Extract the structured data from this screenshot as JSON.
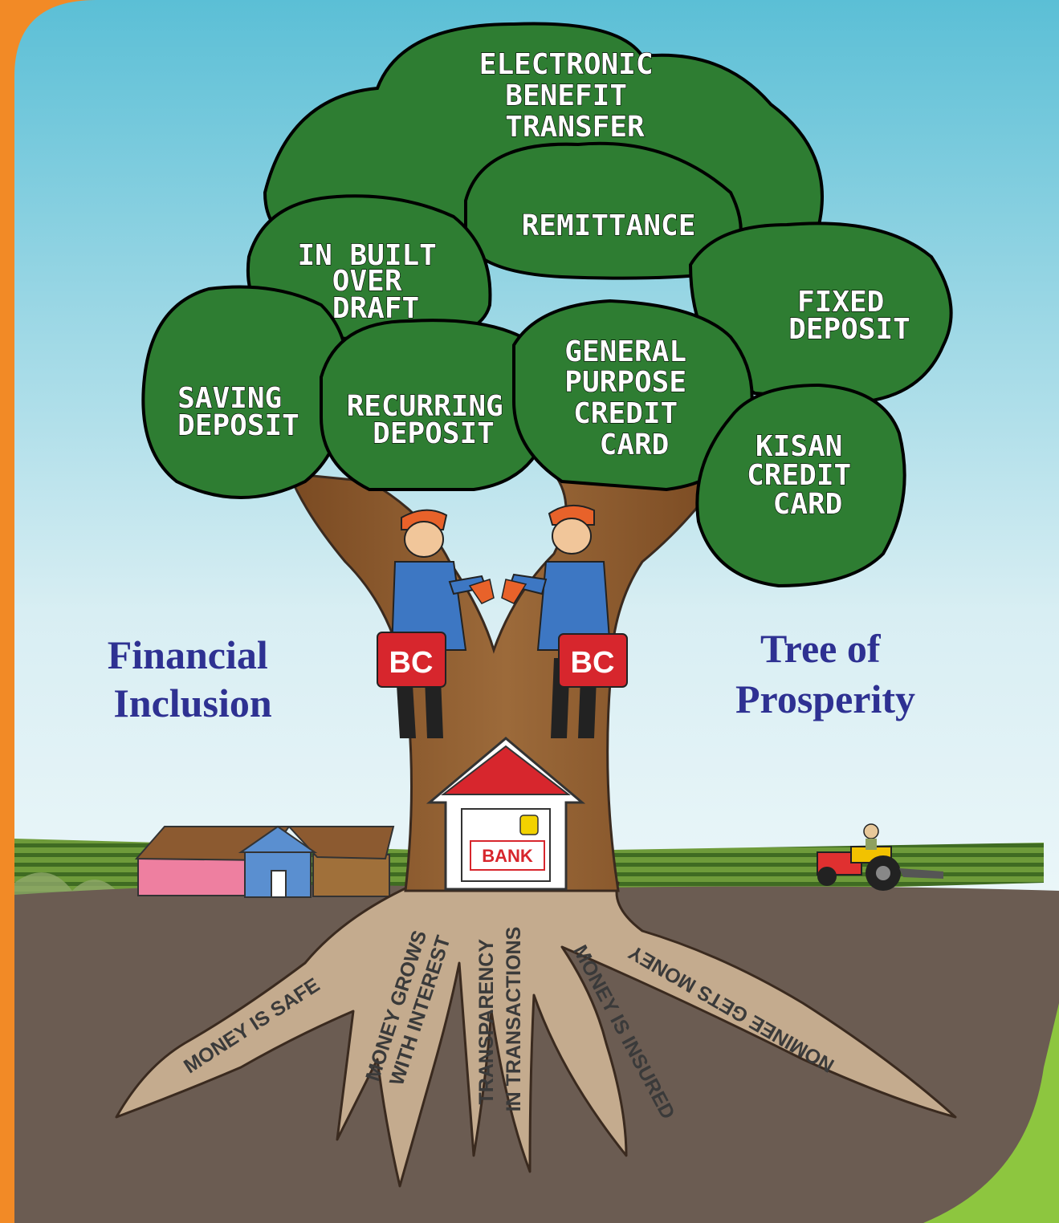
{
  "colors": {
    "border": "#F28A26",
    "corner_green": "#8DC63F",
    "canopy": "#2E7D32",
    "trunk": "#8B5A2B",
    "soil": "#6B5C52",
    "title": "#2E3192",
    "bc_bag": "#D7262D",
    "bank_roof": "#D7262D"
  },
  "icons": {
    "agents": "bank-correspondent-person-icon",
    "bank": "bank-house-icon",
    "hut": "village-hut-icon",
    "tractor": "tractor-icon"
  },
  "diagram": {
    "left_caption": [
      "Financial",
      "Inclusion"
    ],
    "right_caption": [
      "Tree of",
      "Prosperity"
    ],
    "canopy_labels": [
      [
        "ELECTRONIC",
        "BENEFIT",
        "TRANSFER"
      ],
      [
        "REMITTANCE"
      ],
      [
        "IN BUILT",
        "OVER",
        "DRAFT"
      ],
      [
        "FIXED",
        "DEPOSIT"
      ],
      [
        "SAVING",
        "DEPOSIT"
      ],
      [
        "RECURRING",
        "DEPOSIT"
      ],
      [
        "GENERAL",
        "PURPOSE",
        "CREDIT",
        "CARD"
      ],
      [
        "KISAN",
        "CREDIT",
        "CARD"
      ]
    ],
    "agent_bag_label": "BC",
    "bank_label": "BANK",
    "root_labels": [
      [
        "MONEY IS SAFE"
      ],
      [
        "MONEY GROWS",
        "WITH INTEREST"
      ],
      [
        "TRANSPARENCY",
        "IN TRANSACTIONS"
      ],
      [
        "MONEY IS INSURED"
      ],
      [
        "NOMINEE GETS MONEY"
      ]
    ]
  }
}
